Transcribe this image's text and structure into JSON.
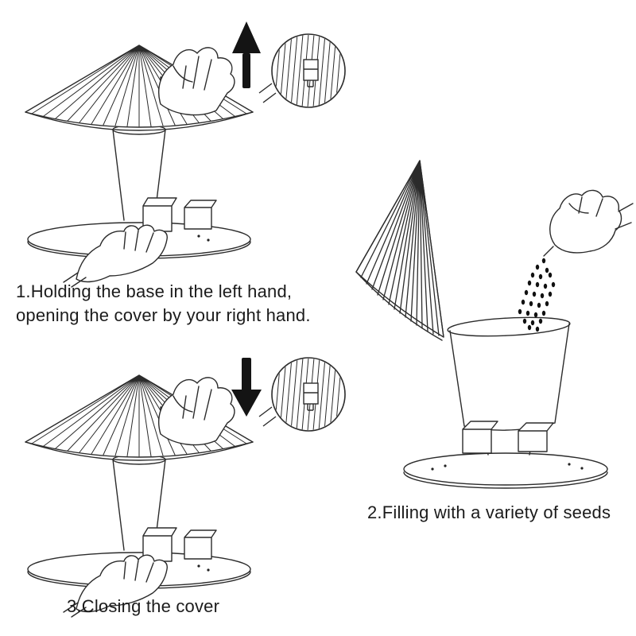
{
  "page": {
    "background": "#ffffff",
    "ink": "#1b1b1b",
    "line_art_color": "#2b2b2b",
    "seed_color": "#111111",
    "description": "Three-step bird feeder instruction diagram"
  },
  "steps": {
    "step1": {
      "line1": "1.Holding the base in the left hand,",
      "line2": "opening the cover by your right hand."
    },
    "step2": {
      "caption": "2.Filling with a variety of seeds"
    },
    "step3": {
      "caption": "3.Closing the cover"
    }
  }
}
